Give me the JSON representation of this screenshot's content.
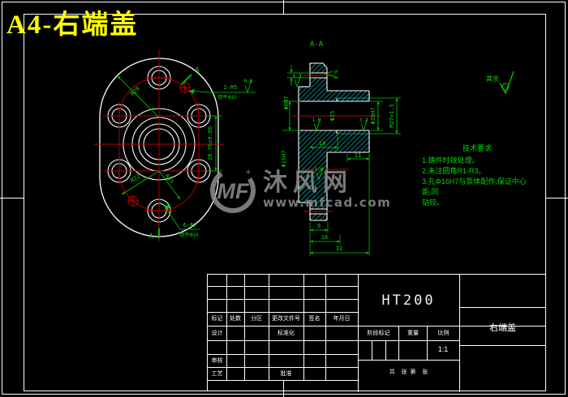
{
  "page_title": "A4-右端盖",
  "colors": {
    "background": "#000000",
    "outline_white": "#ffffff",
    "dimension_green": "#00cc00",
    "centerline_red": "#c00000",
    "hatch_cyan": "#00b8b8",
    "title_yellow": "#ffff00",
    "watermark_gray": "#8f8f8f"
  },
  "surface_note": {
    "text": "其余"
  },
  "front": {
    "section_label": "A",
    "dim_2m5": "2-M5",
    "dim_2m5_note": "锪平Φ10",
    "rough_08": "0.8",
    "dim_r28": "R28",
    "dim_r22": "R22",
    "dim_r35": "R35",
    "dim_height": "28.76±0.06",
    "dim_6phi7": "6-Φ7",
    "dim_6phi7_note": "锪平Φ15"
  },
  "section": {
    "view_label": "A-A",
    "dim_phi6h7": "Φ6H7",
    "dim_phi16h7": "Φ16H7",
    "dim_phi25": "Φ25",
    "dim_phi20h7": "Φ20H7",
    "dim_m27": "M27×1.5",
    "dim_11": "11",
    "dim_14": "14",
    "dim_9": "9",
    "dim_16": "16",
    "dim_32": "32",
    "rough_63": "6.3",
    "rough_32": "3.2",
    "rough_16": "1.6"
  },
  "tech_req": {
    "title": "技术要求",
    "line1": "1.铸件时效处理。",
    "line2": "2.未注圆角R1-R3。",
    "line3": "3.孔Φ16H7与泵体配作,保证中心距,同",
    "line4": "钻铰。"
  },
  "watermark": {
    "logo": "MF",
    "name": "沐风网",
    "url": "www.mfcad.com"
  },
  "title_block": {
    "material": "HT200",
    "part_name": "右端盖",
    "scale_value": "1:1",
    "sheet_note": "共    张  第    张",
    "labels": {
      "mark": "标记",
      "count": "处数",
      "zone": "分区",
      "doc_no": "更改文件号",
      "sign": "签名",
      "date": "年月日",
      "design": "设计",
      "standardize": "标准化",
      "review": "审核",
      "process": "工艺",
      "approve": "批准",
      "stage": "阶段标记",
      "weight": "重量",
      "scale": "比例"
    }
  }
}
